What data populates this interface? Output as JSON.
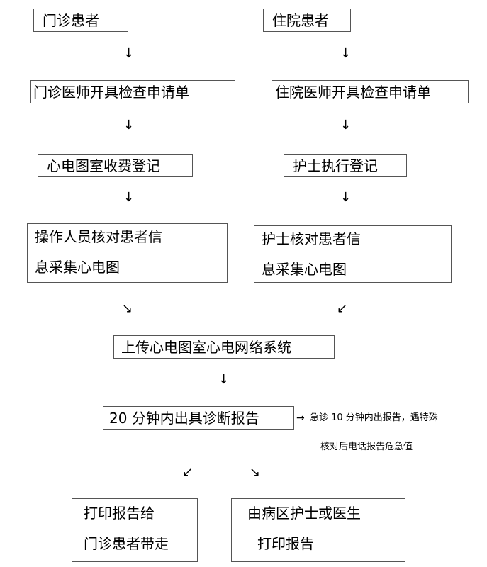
{
  "flowchart": {
    "outpatient": {
      "patient": "门诊患者",
      "request": "门诊医师开具检查申请单",
      "register": "心电图室收费登记",
      "collect_line1": "操作人员核对患者信",
      "collect_line2": "息采集心电图"
    },
    "inpatient": {
      "patient": "住院患者",
      "request": "住院医师开具检查申请单",
      "register": "护士执行登记",
      "collect_line1": "护士核对患者信",
      "collect_line2": "息采集心电图"
    },
    "upload": "上传心电图室心电网络系统",
    "report": "20 分钟内出具诊断报告",
    "emergency_note_line1": "急诊 10 分钟内出报告，遇特殊",
    "emergency_note_line2": "核对后电话报告危急值",
    "print_outpatient_line1": "打印报告给",
    "print_outpatient_line2": "门诊患者带走",
    "print_ward_line1": "由病区护士或医生",
    "print_ward_line2": "打印报告",
    "arrows": {
      "down": "↓",
      "down_right": "↘",
      "down_left": "↙",
      "right": "→"
    }
  }
}
